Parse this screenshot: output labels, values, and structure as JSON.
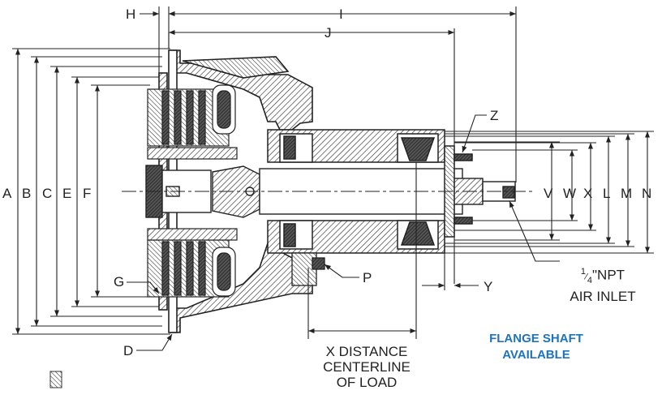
{
  "labels": {
    "A": "A",
    "B": "B",
    "C": "C",
    "E": "E",
    "F": "F",
    "G": "G",
    "D": "D",
    "H": "H",
    "I": "I",
    "J": "J",
    "Z": "Z",
    "P": "P",
    "Y": "Y",
    "V": "V",
    "W": "W",
    "X": "X",
    "L": "L",
    "M": "M",
    "N": "N"
  },
  "notes": {
    "air_inlet_num": "1",
    "air_inlet_den": "4",
    "air_inlet_rest": "\"NPT",
    "air_inlet_line2": "AIR INLET",
    "x_distance_line1": "X  DISTANCE",
    "x_distance_line2": "CENTERLINE",
    "x_distance_line3": "OF LOAD"
  },
  "callout": {
    "line1": "FLANGE SHAFT",
    "line2": "AVAILABLE",
    "color": "#1e73be"
  }
}
